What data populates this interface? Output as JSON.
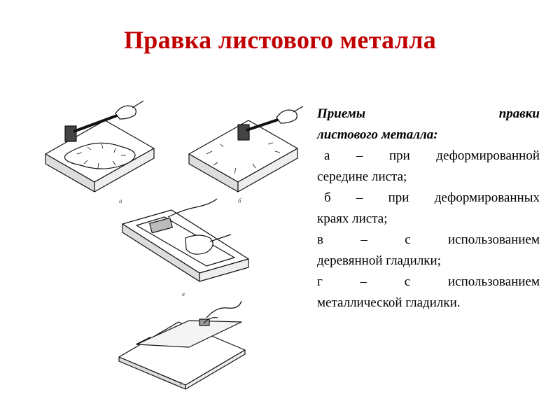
{
  "title": "Правка листового металла",
  "colors": {
    "title": "#c00000",
    "text": "#000000",
    "drawing": "#111111"
  },
  "figure": {
    "captions": {
      "a": "а",
      "b": "б",
      "v": "в",
      "g": "г"
    }
  },
  "description": {
    "heading_line1": "Приемы правки",
    "heading_line2": "листового металла:",
    "item_a_line1": "а – при деформированной",
    "item_a_line2": "середине листа;",
    "item_b_line1": "б – при деформированных",
    "item_b_line2": "краях листа;",
    "item_v_line1": "в – с использованием",
    "item_v_line2": "деревянной гладилки;",
    "item_g_line1": "г – с использованием",
    "item_g_line2": "металлической гладилки."
  }
}
